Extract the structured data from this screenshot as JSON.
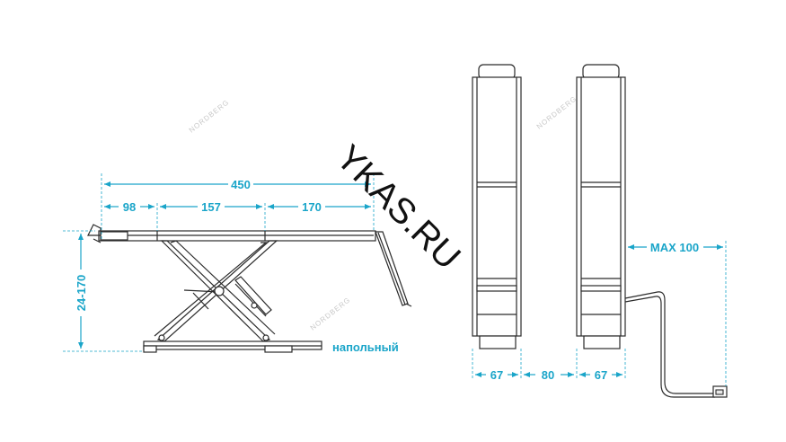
{
  "dimensions": {
    "overall_length": "450",
    "seg_1": "98",
    "seg_2": "157",
    "seg_3": "170",
    "height_range": "24-170",
    "width_left": "67",
    "gap": "80",
    "width_right": "67",
    "cable_max": "MAX 100"
  },
  "labels": {
    "floor_mount": "напольный"
  },
  "watermarks": {
    "brand_1": "NORDBERG",
    "brand_2": "NORDBERG",
    "brand_3": "NORDBERG",
    "site": "YKAS.RU"
  },
  "colors": {
    "dimension": "#1aa5c9",
    "drawing": "#2b2b2b"
  }
}
